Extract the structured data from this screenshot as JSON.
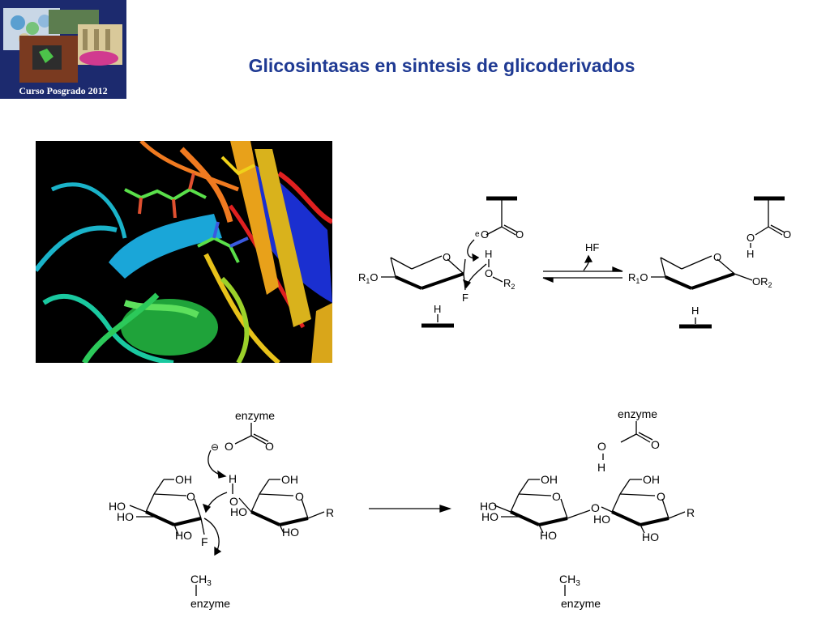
{
  "slide": {
    "title": "Glicosintasas en sintesis de glicoderivados",
    "logo_caption": "Curso Posgrado 2012"
  },
  "scheme_top": {
    "left": {
      "carboxylate_O1": "O",
      "carboxylate_O2": "O",
      "charge": "e",
      "H": "H",
      "O": "O",
      "R2": "R",
      "R2_sub": "2",
      "ring_O": "O",
      "R1O_R": "R",
      "R1O_sub": "1",
      "R1O_O": "O",
      "F": "F",
      "base_H": "H"
    },
    "arrow_label": "HF",
    "right": {
      "acid_O": "O",
      "acid_O2": "O",
      "acid_H": "H",
      "ring_O": "O",
      "R1O_R": "R",
      "R1O_sub": "1",
      "R1O_O": "O",
      "OR2": "OR",
      "OR2_sub": "2",
      "base_H": "H"
    }
  },
  "scheme_bottom": {
    "left": {
      "enzyme_top": "enzyme",
      "charge": "⊖",
      "O_minus": "O",
      "O_carbonyl": "O",
      "H": "H",
      "bridge_O": "O",
      "OH_1": "OH",
      "ring_O_1": "O",
      "HO_1": "HO",
      "HO_2": "HO",
      "HO_3": "HO",
      "F": "F",
      "OH_2": "OH",
      "ring_O_2": "O",
      "HO_4": "HO",
      "HO_5": "HO",
      "R": "R",
      "CH3": "CH",
      "CH3_sub": "3",
      "enzyme_bottom": "enzyme"
    },
    "right": {
      "enzyme_top": "enzyme",
      "O_acid": "O",
      "O_carbonyl": "O",
      "H": "H",
      "OH_1": "OH",
      "ring_O_1": "O",
      "HO_1": "HO",
      "HO_2": "HO",
      "HO_3": "HO",
      "glycosidic_O": "O",
      "OH_2": "OH",
      "ring_O_2": "O",
      "HO_4": "HO",
      "HO_5": "HO",
      "R": "R",
      "CH3": "CH",
      "CH3_sub": "3",
      "enzyme_bottom": "enzyme"
    }
  }
}
